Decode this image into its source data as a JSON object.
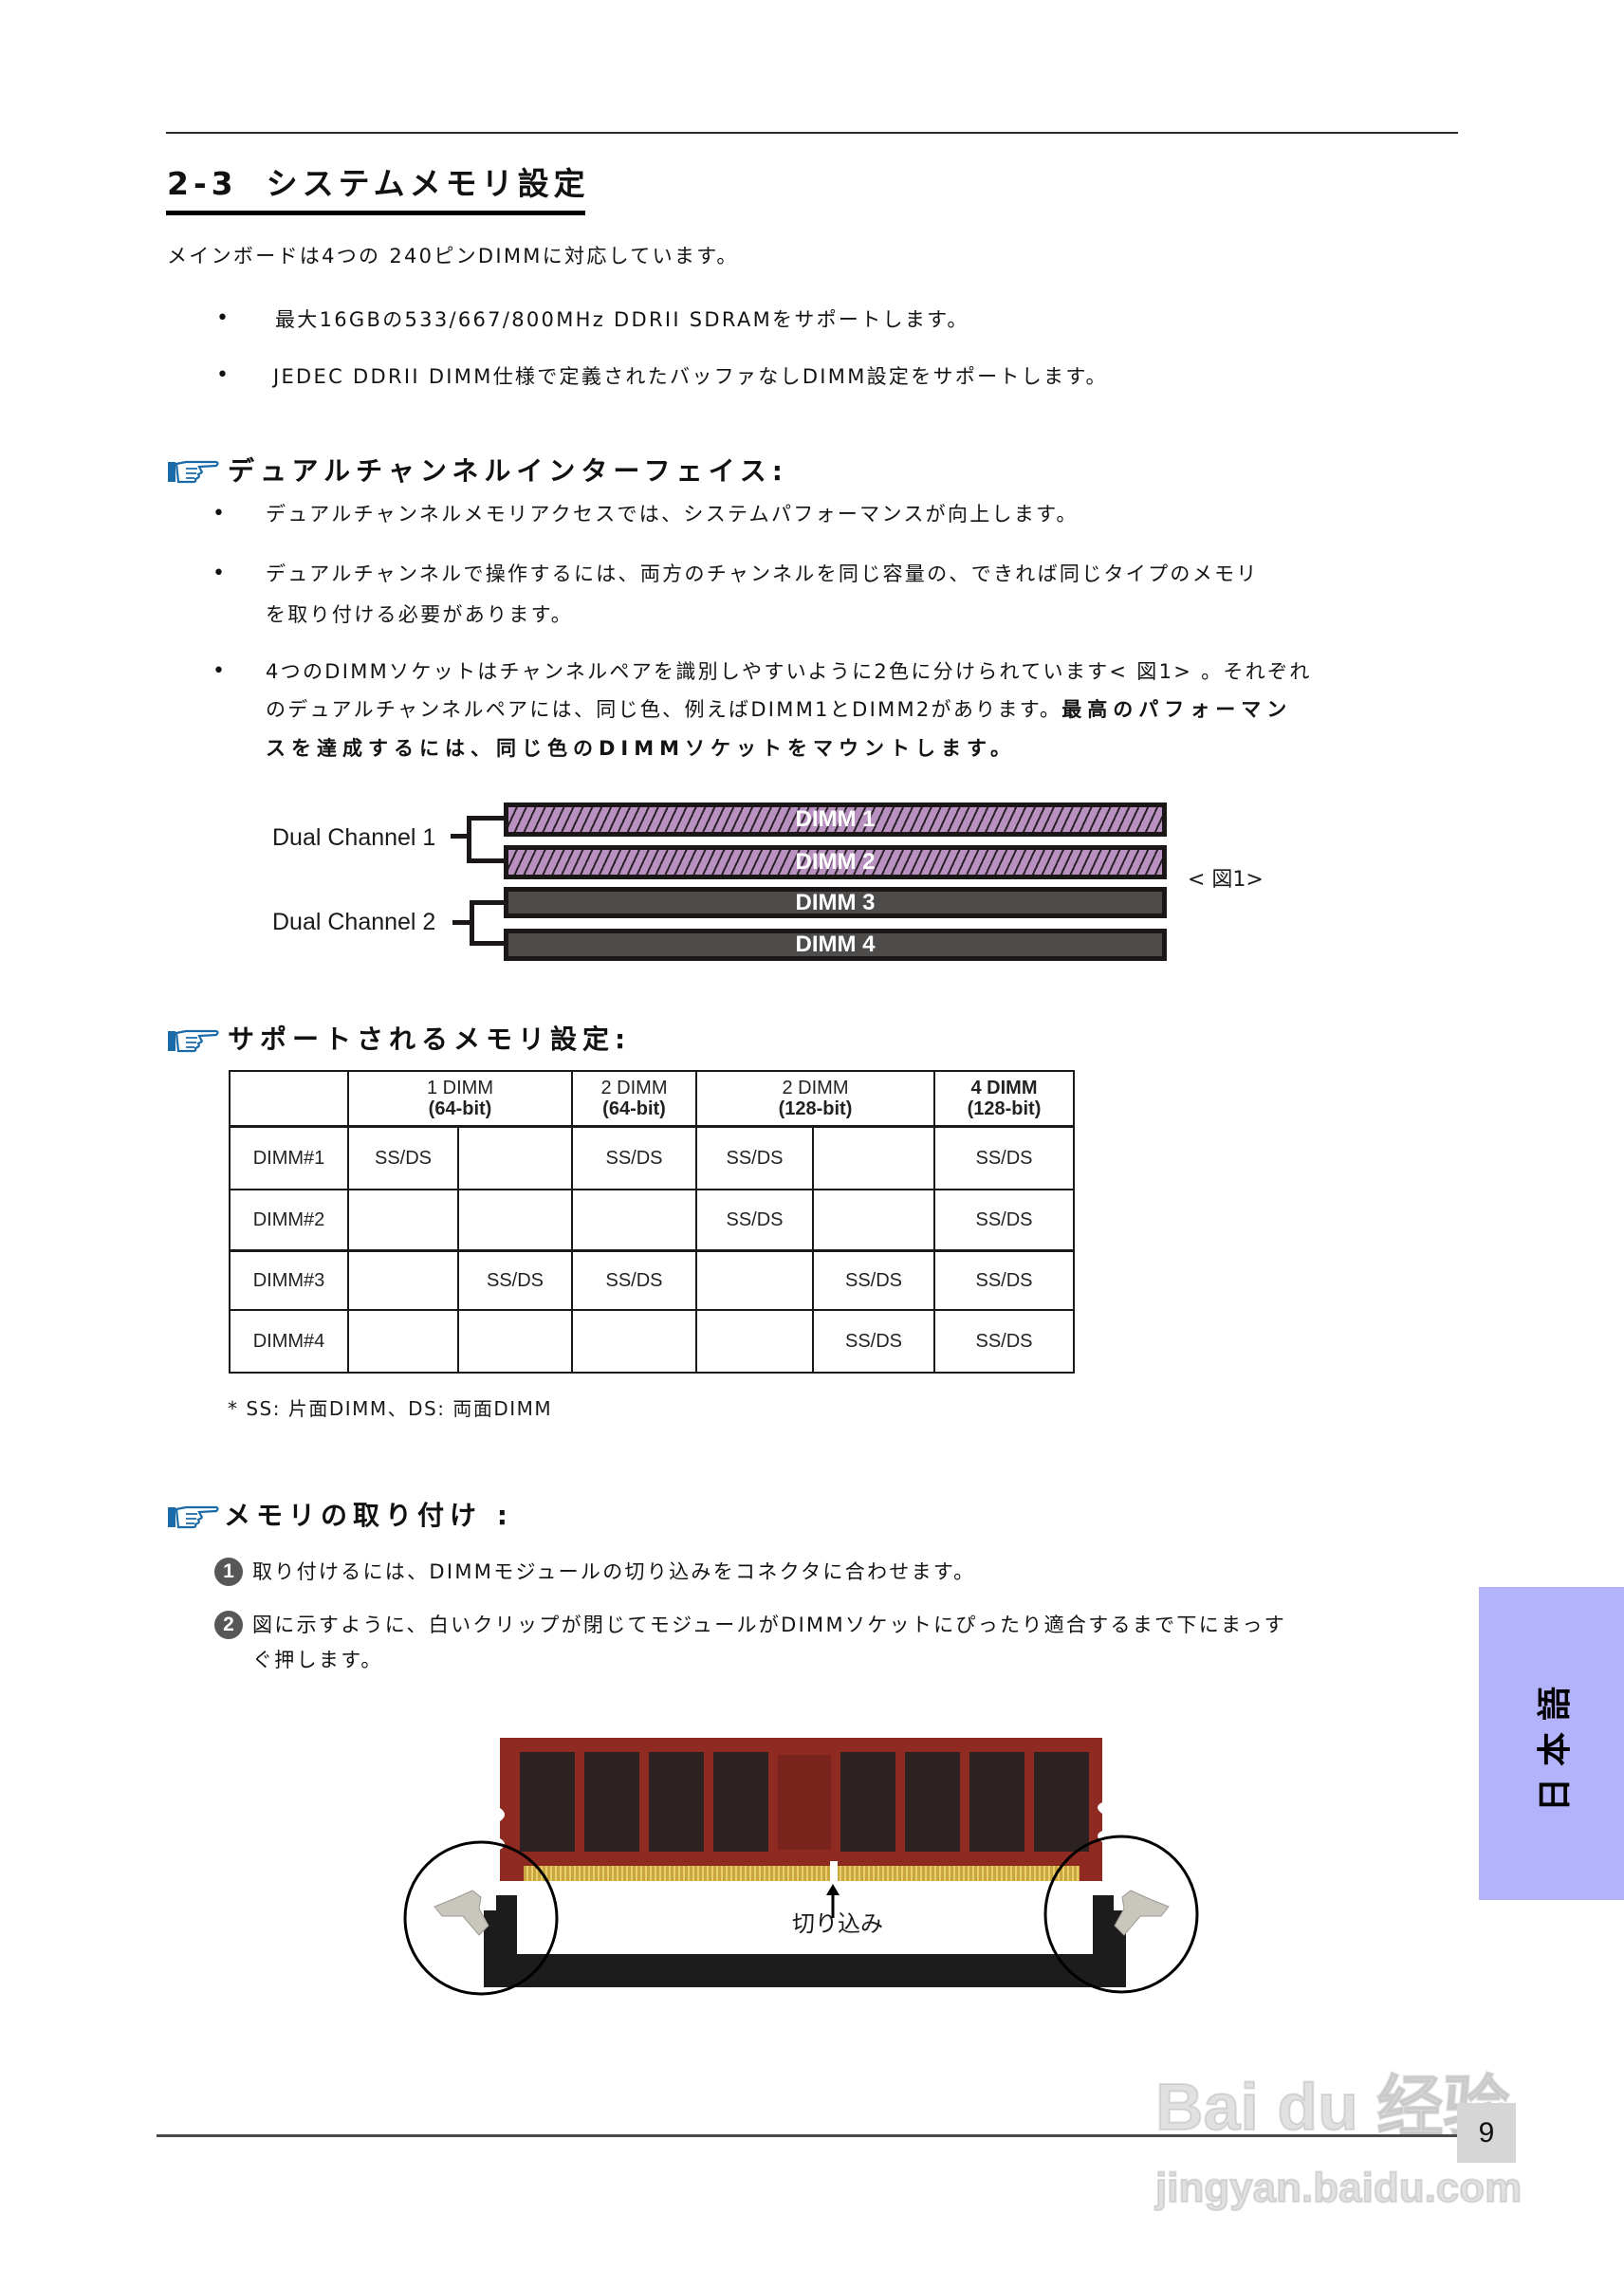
{
  "section": {
    "number": "2-3",
    "title": "システムメモリ設定",
    "intro": "メインボードは4つの 240ピンDIMMに対応しています。",
    "features": [
      "最大16GBの533/667/800MHz DDRII SDRAMをサポートします。",
      "JEDEC DDRII DIMM仕様で定義されたバッファなしDIMM設定をサポートします。"
    ]
  },
  "dual_channel": {
    "heading": "デュアルチャンネルインターフェイス:",
    "bullets": [
      {
        "lines": [
          "デュアルチャンネルメモリアクセスでは、システムパフォーマンスが向上します。"
        ]
      },
      {
        "lines": [
          "デュアルチャンネルで操作するには、両方のチャンネルを同じ容量の、できれば同じタイプのメモリ",
          "を取り付ける必要があります。"
        ]
      },
      {
        "lines": [
          "4つのDIMMソケットはチャンネルペアを識別しやすいように2色に分けられています< 図1> 。それぞれ"
        ],
        "line2_normal": "のデュアルチャンネルペアには、同じ色、例えばDIMM1とDIMM2があります。",
        "line2_bold": "最高のパフォーマン",
        "line3_bold": "スを達成するには、同じ色のDIMMソケットをマウントします。"
      }
    ],
    "figure": {
      "caption": "< 図1>",
      "channels": [
        {
          "label": "Dual Channel 1",
          "slots": [
            "DIMM 1",
            "DIMM 2"
          ],
          "color": "#b891c0",
          "pattern": "hatched"
        },
        {
          "label": "Dual Channel 2",
          "slots": [
            "DIMM 3",
            "DIMM 4"
          ],
          "color": "#4e4b4b",
          "pattern": "solid"
        }
      ]
    }
  },
  "supported_config": {
    "heading": "サポートされるメモリ設定:",
    "columns": [
      {
        "line1": "1 DIMM",
        "line2": "(64-bit)"
      },
      {
        "line1": "2 DIMM",
        "line2": "(64-bit)"
      },
      {
        "line1": "2 DIMM",
        "line2": "(128-bit)"
      },
      {
        "line1": "4 DIMM",
        "line2": "(128-bit)"
      }
    ],
    "rows": [
      {
        "label": "DIMM#1",
        "cells": [
          "SS/DS",
          "",
          "SS/DS",
          "SS/DS",
          "",
          "SS/DS"
        ]
      },
      {
        "label": "DIMM#2",
        "cells": [
          "",
          "",
          "",
          "SS/DS",
          "",
          "SS/DS"
        ]
      },
      {
        "label": "DIMM#3",
        "cells": [
          "",
          "SS/DS",
          "SS/DS",
          "",
          "SS/DS",
          "SS/DS"
        ]
      },
      {
        "label": "DIMM#4",
        "cells": [
          "",
          "",
          "",
          "",
          "SS/DS",
          "SS/DS"
        ]
      }
    ],
    "footnote": "*  SS: 片面DIMM、DS: 両面DIMM"
  },
  "installation": {
    "heading": "メモリの取り付け  :",
    "steps": [
      {
        "num": "1",
        "lines": [
          "取り付けるには、DIMMモジュールの切り込みをコネクタに合わせます。"
        ]
      },
      {
        "num": "2",
        "lines": [
          "図に示すように、白いクリップが閉じてモジュールがDIMMソケットにぴったり適合するまで下にまっす",
          "ぐ押します。"
        ]
      }
    ],
    "figure_label": "切り込み"
  },
  "side_tab": {
    "label": "日本語",
    "color": "#b3b3fb"
  },
  "footer": {
    "page_number": "9"
  },
  "watermark": {
    "line1": "Bai du 经验",
    "line2": "jingyan.baidu.com"
  }
}
